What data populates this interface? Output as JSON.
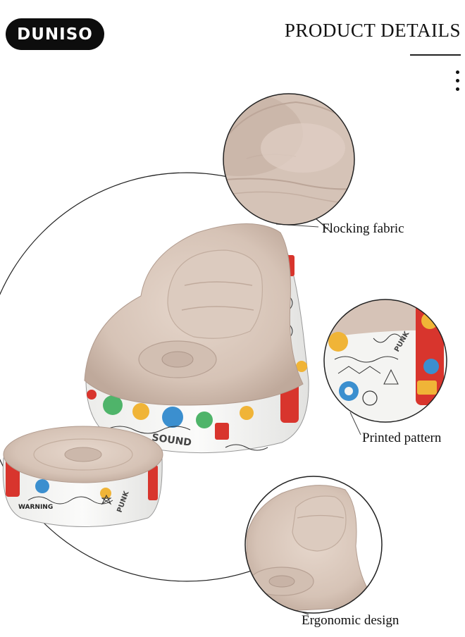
{
  "brand": {
    "logo_text": "DUNISO"
  },
  "header": {
    "title": "PRODUCT DETAILS"
  },
  "menu": {
    "icon": "more-vertical-icon"
  },
  "features": [
    {
      "label": "Flocking fabric",
      "image": "flocking-fabric-closeup"
    },
    {
      "label": "Printed pattern",
      "image": "printed-pattern-closeup"
    },
    {
      "label": "Ergonomic design",
      "image": "ergonomic-design-closeup"
    }
  ],
  "product": {
    "image": "inflatable-lounge-chair-with-ottoman",
    "printed_text": [
      "WARNING",
      "PUNK",
      "SOUND"
    ]
  },
  "colors": {
    "flocking": "#d9c7bb",
    "flocking_shadow": "#b8a397",
    "print_base": "#f2f2f0",
    "accent_red": "#d8352d",
    "accent_yellow": "#f0b437",
    "accent_blue": "#3b8fcf",
    "accent_green": "#4fb46a"
  }
}
